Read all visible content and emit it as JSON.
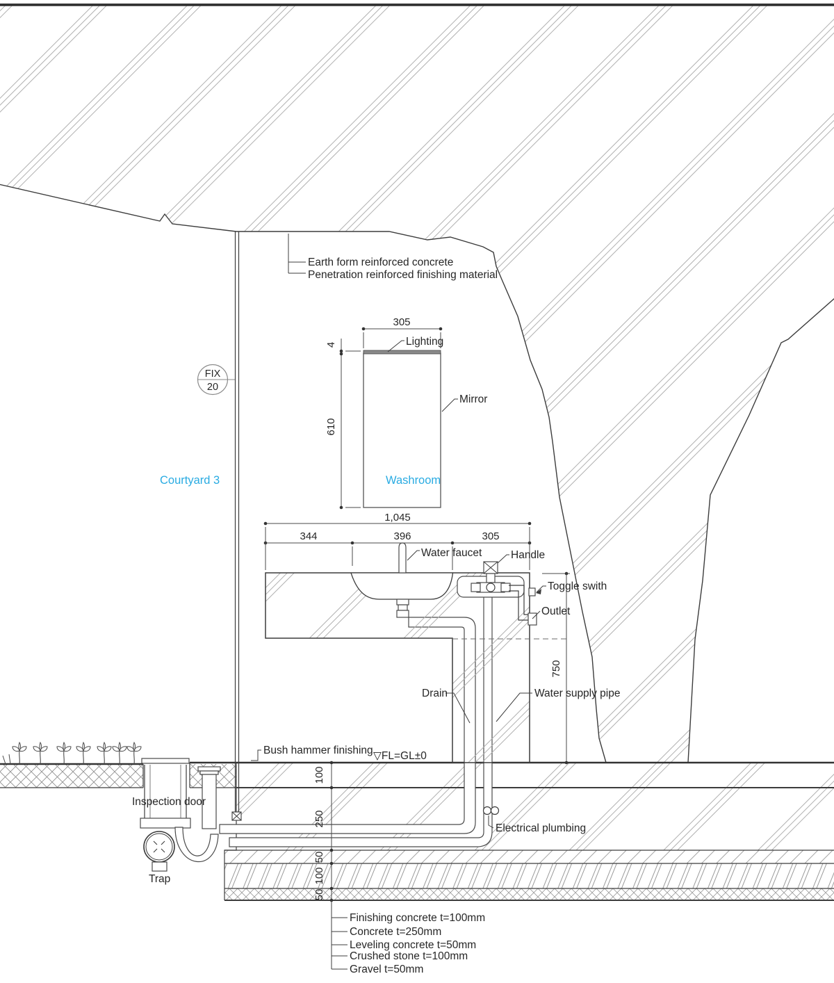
{
  "accent_color": "#29abe2",
  "labels": {
    "earth_form": "Earth form reinforced concrete",
    "penetration": "Penetration reinforced finishing material",
    "lighting": "Lighting",
    "mirror": "Mirror",
    "courtyard": "Courtyard 3",
    "washroom": "Washroom",
    "water_faucet": "Water faucet",
    "handle": "Handle",
    "toggle_switch": "Toggle swith",
    "outlet": "Outlet",
    "drain": "Drain",
    "water_supply": "Water supply pipe",
    "bush_hammer": "Bush hammer finishing",
    "fl_gl": "▽FL=GL±0",
    "inspection_door": "Inspection door",
    "electrical": "Electrical plumbing",
    "trap": "Trap"
  },
  "tag": {
    "line1": "FIX",
    "line2": "20"
  },
  "dims": {
    "mirror_w": "305",
    "lighting_t": "4",
    "mirror_h": "610",
    "counter_total": "1,045",
    "counter_left": "344",
    "counter_mid": "396",
    "counter_right": "305",
    "counter_h": "750",
    "layer_1": "100",
    "layer_2": "250",
    "layer_3": "50",
    "layer_4": "100",
    "layer_5": "50"
  },
  "floor_layer_labels": [
    "Finishing concrete t=100mm",
    "Concrete t=250mm",
    "Leveling concrete t=50mm",
    "Crushed stone t=100mm",
    "Gravel t=50mm"
  ]
}
